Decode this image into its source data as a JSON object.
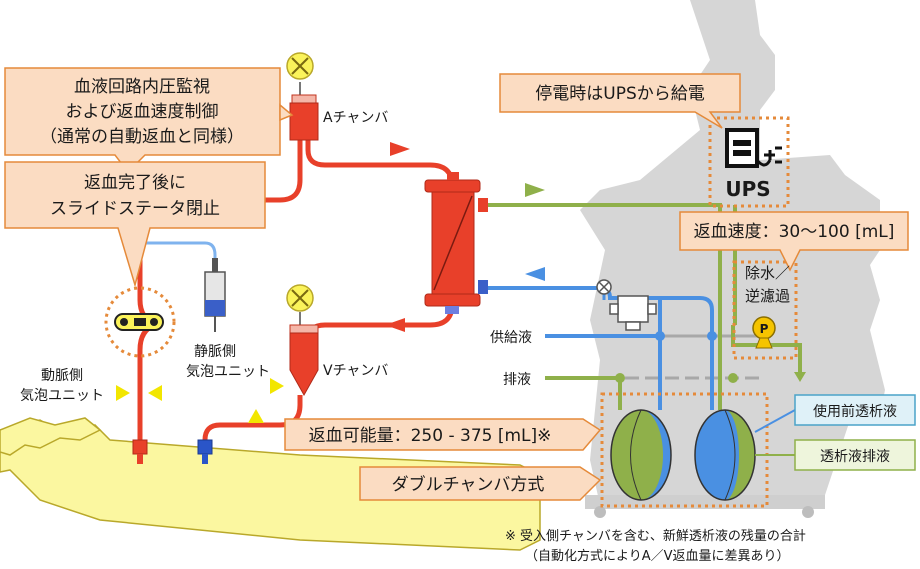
{
  "callouts": {
    "pressure_line1": "血液回路内圧監視",
    "pressure_line2": "および返血速度制御",
    "pressure_line3": "（通常の自動返血と同様）",
    "slide_line1": "返血完了後に",
    "slide_line2": "スライドステータ閉止",
    "ups": "停電時はUPSから給電",
    "return_speed": "返血速度：30～100 [mL]",
    "return_capacity": "返血可能量：250 - 375 [mL]※",
    "double_chamber": "ダブルチャンバ方式"
  },
  "labels": {
    "a_chamber": "Aチャンバ",
    "v_chamber": "Vチャンバ",
    "venous_bubble_1": "静脈側",
    "venous_bubble_2": "気泡ユニット",
    "arterial_bubble_1": "動脈側",
    "arterial_bubble_2": "気泡ユニット",
    "supply": "供給液",
    "drain": "排液",
    "uf_1": "除水／",
    "uf_2": "逆濾過",
    "ups_icon": "UPS",
    "pump_letter": "P"
  },
  "boxes": {
    "pre_dialysate": "使用前透析液",
    "dialysate_drain": "透析液排液"
  },
  "footnote": {
    "line1": "※ 受入側チャンバを含む、新鮮透析液の残量の合計",
    "line2": "（自動化方式によりA／V返血量に差異あり）"
  },
  "colors": {
    "blood": "#e8402a",
    "venous_line": "#4a90e2",
    "dialysate_line": "#8fb04a",
    "callout_fill": "#fbdcc2",
    "callout_border": "#e58a3a",
    "dotted": "#e58a3a",
    "machine": "#d9d9d9",
    "box_border": "#4aa3c8",
    "box_fill": "#dff1f8",
    "box_border_green": "#8fb04a",
    "box_fill_green": "#eef5dc"
  }
}
